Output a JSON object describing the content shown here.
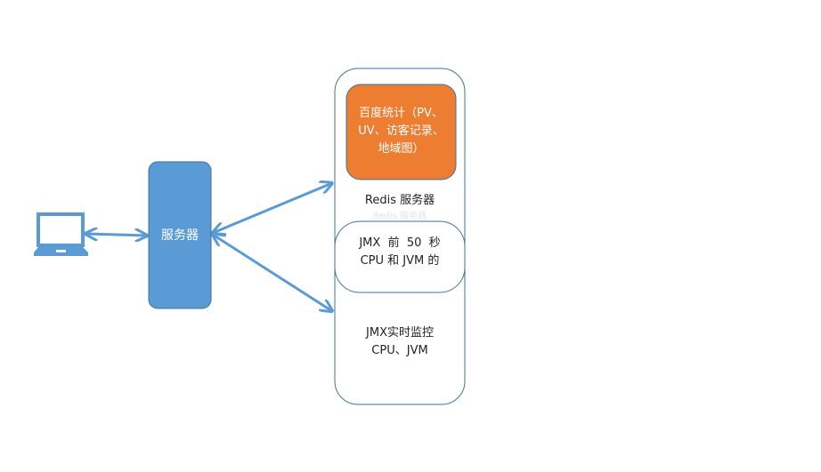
{
  "colors": {
    "blue": "#5b9bd5",
    "blue_stroke": "#41719c",
    "orange": "#ed7d31",
    "outline": "#41719c"
  },
  "client": {
    "icon": "laptop-icon"
  },
  "server": {
    "label": "服务器"
  },
  "redis": {
    "label": "Redis 服务器",
    "ghost_label": "Redis 服务器",
    "baidu_stats": {
      "line1": "百度统计（PV、",
      "line2": "UV、访客记录、",
      "line3": "地域图）"
    },
    "jmx_history": {
      "line1": "JMX  前  50  秒",
      "line2": "CPU 和 JVM 的"
    },
    "jmx_realtime": {
      "line1": "JMX实时监控",
      "line2": "CPU、JVM"
    }
  }
}
